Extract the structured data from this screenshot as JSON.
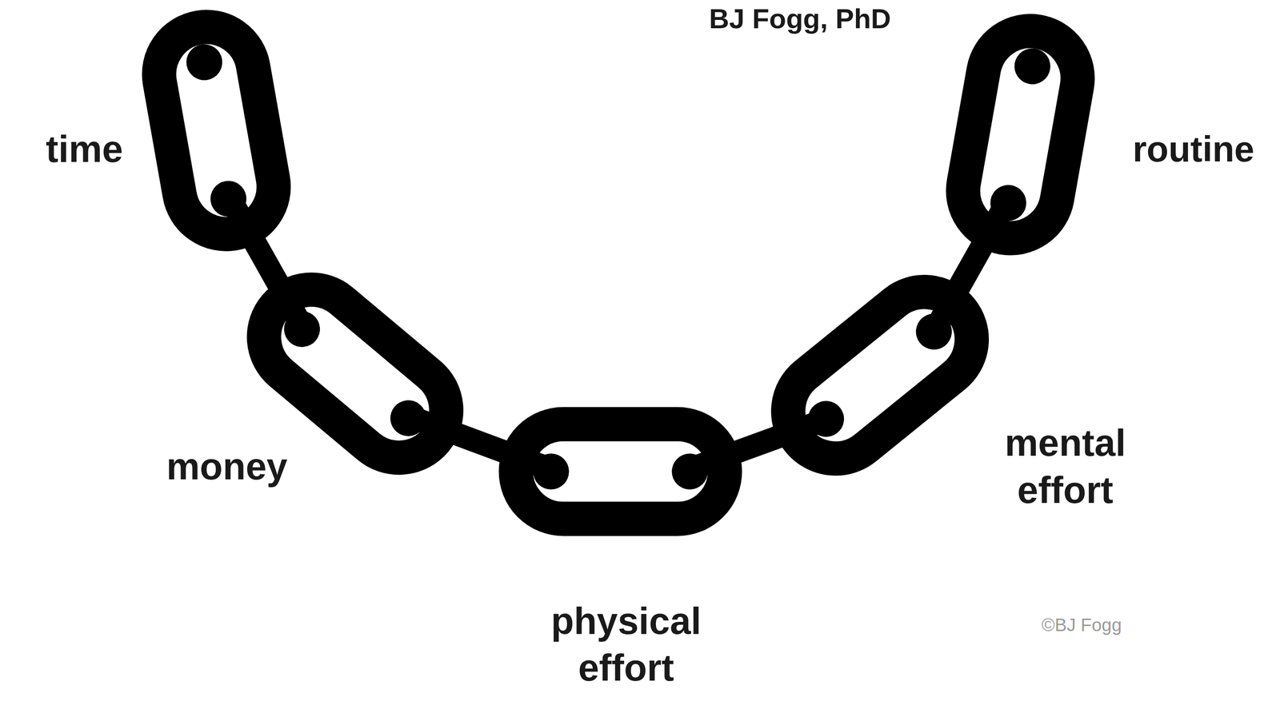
{
  "diagram": {
    "title": "BJ Fogg, PhD",
    "labels": [
      "time",
      "money",
      "physical effort",
      "mental effort",
      "routine",
      "©BJ Fogg"
    ]
  }
}
